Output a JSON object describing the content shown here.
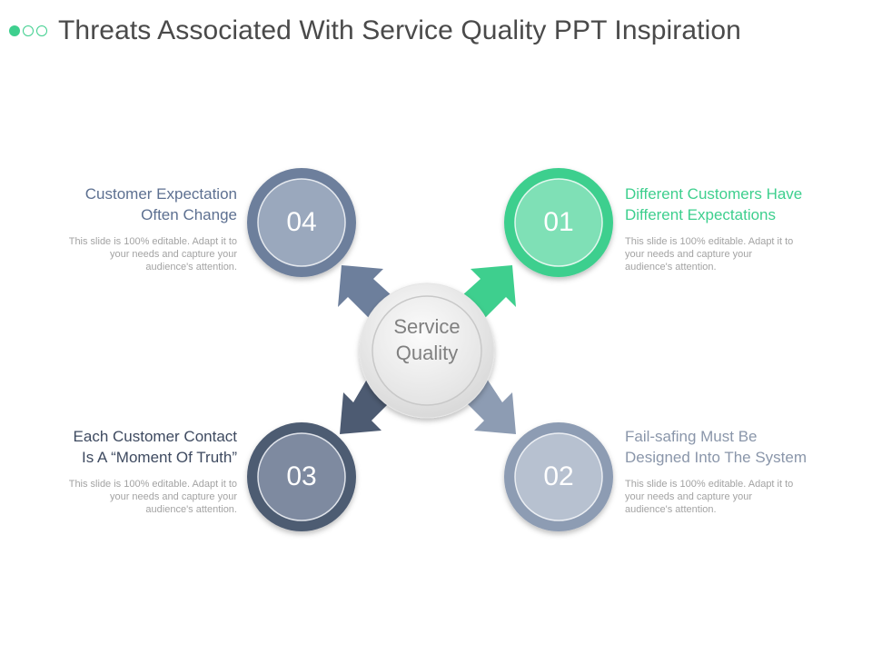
{
  "title": "Threats Associated With Service Quality PPT Inspiration",
  "center": {
    "line1": "Service",
    "line2": "Quality"
  },
  "colors": {
    "accent_green": "#3ecf8e",
    "item1": "#3ecf8e",
    "item2": "#8d9cb3",
    "item3": "#4d5b72",
    "item4": "#6d7f9c",
    "heading_blue": "#5d7091",
    "heading_dark": "#3e4a60",
    "text_gray": "#a3a3a3"
  },
  "items": [
    {
      "number": "01",
      "heading_line1": "Different Customers Have",
      "heading_line2": "Different Expectations",
      "desc_line1": "This slide is 100% editable. Adapt it to",
      "desc_line2": "your needs and capture your",
      "desc_line3": "audience's attention."
    },
    {
      "number": "02",
      "heading_line1": "Fail-safing Must Be",
      "heading_line2": "Designed Into The System",
      "desc_line1": "This slide is 100% editable. Adapt it to",
      "desc_line2": "your needs and capture your",
      "desc_line3": "audience's attention."
    },
    {
      "number": "03",
      "heading_line1": "Each Customer Contact",
      "heading_line2": "Is A “Moment Of Truth”",
      "desc_line1": "This slide is 100% editable. Adapt it to",
      "desc_line2": "your needs and capture your",
      "desc_line3": "audience's attention."
    },
    {
      "number": "04",
      "heading_line1": "Customer Expectation",
      "heading_line2": "Often Change",
      "desc_line1": "This slide is 100% editable. Adapt it to",
      "desc_line2": "your needs and capture your",
      "desc_line3": "audience's attention."
    }
  ]
}
